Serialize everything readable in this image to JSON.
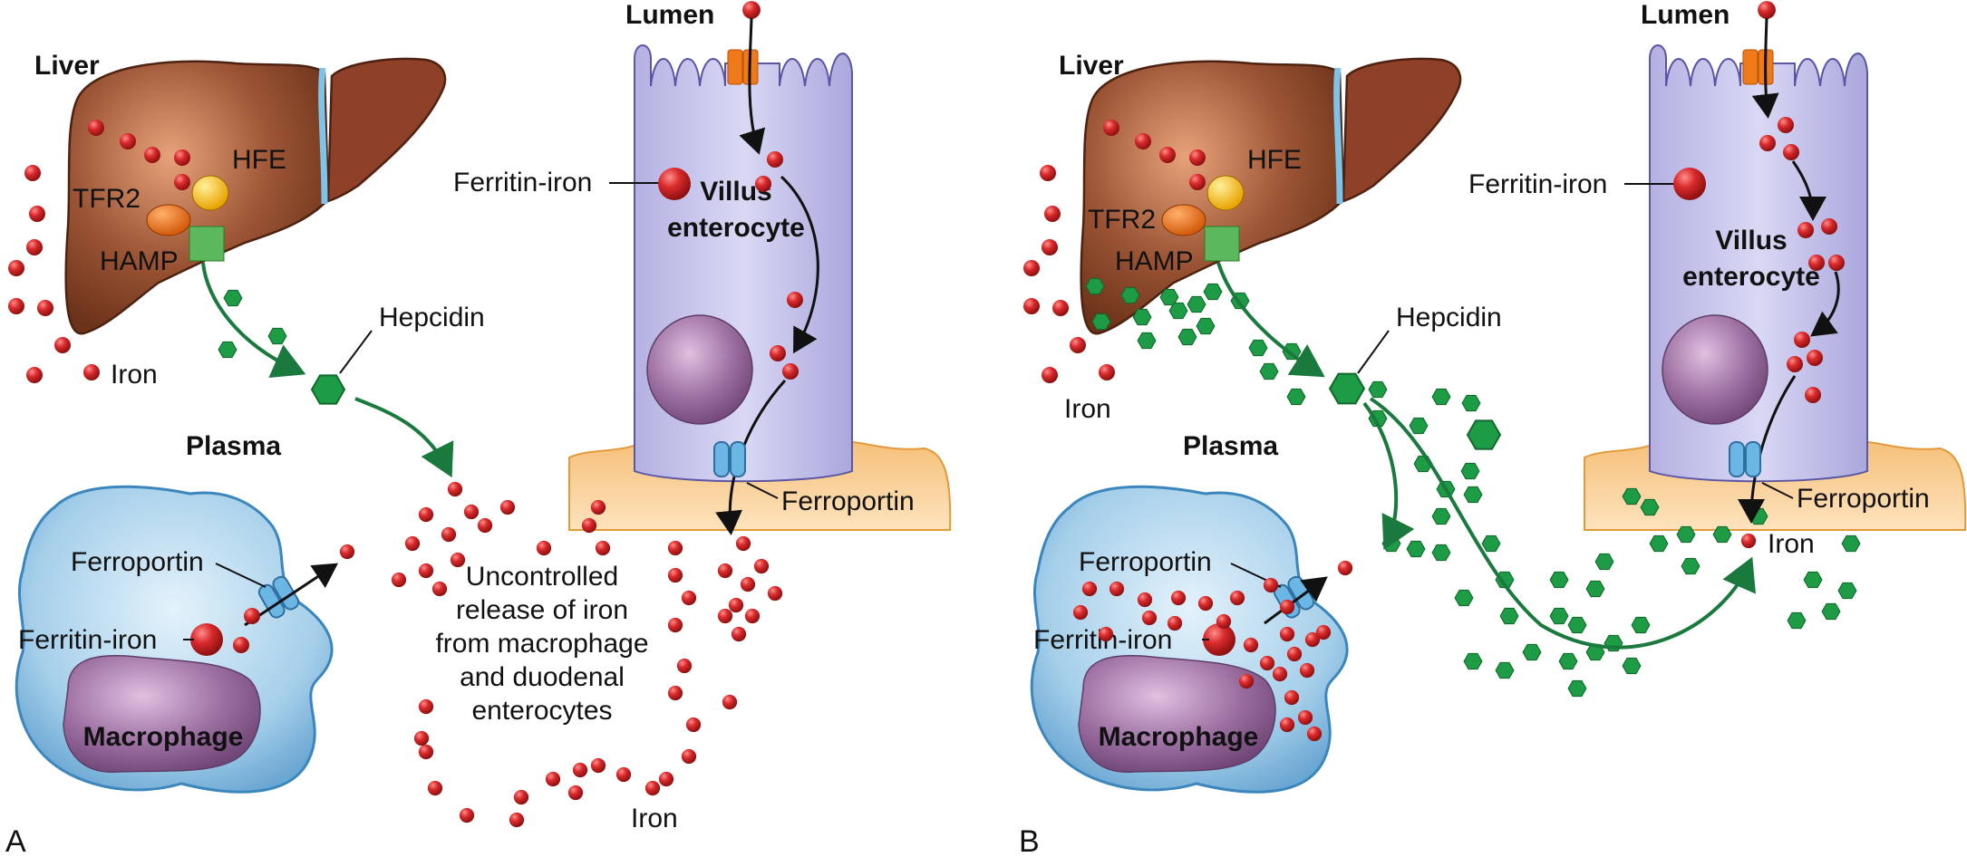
{
  "panels": [
    {
      "letter": "A",
      "labels": {
        "lumen": "Lumen",
        "liver": "Liver",
        "hfe": "HFE",
        "tfr2": "TFR2",
        "hamp": "HAMP",
        "ferritin_iron_enterocyte": "Ferritin-iron",
        "villus": "Villus",
        "enterocyte": "enterocyte",
        "hepcidin": "Hepcidin",
        "iron": "Iron",
        "plasma": "Plasma",
        "ferroportin_enterocyte": "Ferroportin",
        "ferroportin_macrophage": "Ferroportin",
        "ferritin_iron_macrophage": "Ferritin-iron",
        "macrophage": "Macrophage",
        "note": [
          "Uncontrolled",
          "release of iron",
          "from macrophage",
          "and duodenal",
          "enterocytes"
        ],
        "iron_bottom": "Iron"
      }
    },
    {
      "letter": "B",
      "labels": {
        "lumen": "Lumen",
        "liver": "Liver",
        "hfe": "HFE",
        "tfr2": "TFR2",
        "hamp": "HAMP",
        "ferritin_iron_enterocyte": "Ferritin-iron",
        "villus": "Villus",
        "enterocyte": "enterocyte",
        "hepcidin": "Hepcidin",
        "iron": "Iron",
        "plasma": "Plasma",
        "ferroportin_enterocyte": "Ferroportin",
        "ferroportin_macrophage": "Ferroportin",
        "ferritin_iron_macrophage": "Ferritin-iron",
        "macrophage": "Macrophage",
        "iron_right": "Iron"
      }
    }
  ],
  "colors": {
    "liver": "#8b4a2e",
    "enterocyte": "#c7c5ea",
    "macrophage": "#a9d2ee",
    "nucleus": "#8c5a94",
    "iron": "#d6262a",
    "hepcidin": "#1e9b45",
    "hamp": "#5cb85c",
    "hfe": "#f5b800",
    "tfr2": "#e86a18",
    "ferroportin": "#6cb6e6",
    "transporter": "#f07a1a",
    "tissue": "#f8c88a",
    "arrow_green": "#1a7a3e"
  },
  "icons": [
    "iron-dot",
    "hepcidin-hexagon",
    "ferroportin-channel",
    "transporter-channel"
  ]
}
